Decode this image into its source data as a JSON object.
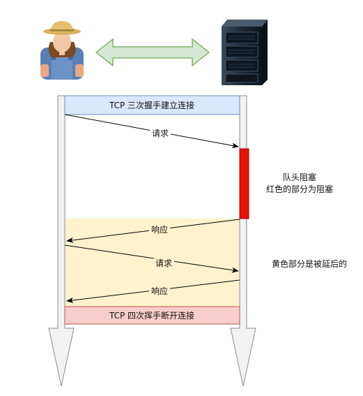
{
  "phases": {
    "handshake": "TCP 三次握手建立连接",
    "teardown": "TCP 四次挥手断开连接"
  },
  "messages": {
    "req1": "请求",
    "resp1": "响应",
    "req2": "请求",
    "resp2": "响应"
  },
  "notes": {
    "hol_line1": "队头阻塞",
    "hol_line2": "红色的部分为阻塞",
    "delay": "黄色部分是被延后的"
  },
  "colors": {
    "handshake_fill": "#dae8fc",
    "teardown_fill": "#f8cecc",
    "delay_fill": "#fff2cc",
    "block_fill": "#e51400",
    "lifeline_fill": "#f2f2f2"
  },
  "icons": {
    "client": "farmer-user-icon",
    "server": "server-rack-icon",
    "link": "bidirectional-arrow-icon"
  }
}
